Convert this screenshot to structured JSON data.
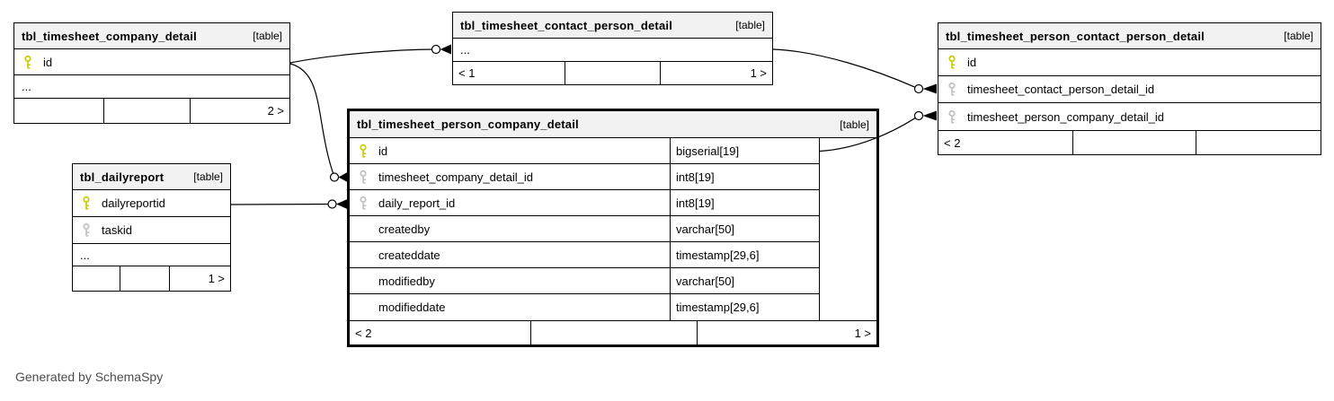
{
  "diagram": {
    "generator_note": "Generated by SchemaSpy"
  },
  "colors": {
    "primary_key_icon": "#c9cf00",
    "foreign_key_icon": "#c2c2c2",
    "header_background": "#f2f2f2",
    "border": "#000000"
  },
  "tables": [
    {
      "name": "tbl_timesheet_company_detail",
      "badge": "[table]",
      "columns": [
        {
          "key": "pk",
          "name": "id"
        },
        {
          "key": null,
          "name": "..."
        }
      ],
      "footer": [
        "",
        "",
        "2 >"
      ]
    },
    {
      "name": "tbl_timesheet_contact_person_detail",
      "badge": "[table]",
      "columns": [
        {
          "key": null,
          "name": "..."
        }
      ],
      "footer": [
        "< 1",
        "",
        "1 >"
      ]
    },
    {
      "name": "tbl_timesheet_person_contact_person_detail",
      "badge": "[table]",
      "columns": [
        {
          "key": "pk",
          "name": "id"
        },
        {
          "key": "fk",
          "name": "timesheet_contact_person_detail_id"
        },
        {
          "key": "fk",
          "name": "timesheet_person_company_detail_id"
        }
      ],
      "footer": [
        "< 2",
        "",
        ""
      ]
    },
    {
      "name": "tbl_timesheet_person_company_detail",
      "badge": "[table]",
      "highlighted": true,
      "columns": [
        {
          "key": "pk",
          "name": "id",
          "type": "bigserial[19]"
        },
        {
          "key": "fk",
          "name": "timesheet_company_detail_id",
          "type": "int8[19]"
        },
        {
          "key": "fk",
          "name": "daily_report_id",
          "type": "int8[19]"
        },
        {
          "key": null,
          "name": "createdby",
          "type": "varchar[50]"
        },
        {
          "key": null,
          "name": "createddate",
          "type": "timestamp[29,6]"
        },
        {
          "key": null,
          "name": "modifiedby",
          "type": "varchar[50]"
        },
        {
          "key": null,
          "name": "modifieddate",
          "type": "timestamp[29,6]"
        }
      ],
      "footer": [
        "< 2",
        "",
        "1 >"
      ]
    },
    {
      "name": "tbl_dailyreport",
      "badge": "[table]",
      "columns": [
        {
          "key": "pk",
          "name": "dailyreportid"
        },
        {
          "key": "fk",
          "name": "taskid"
        },
        {
          "key": null,
          "name": "..."
        }
      ],
      "footer": [
        "",
        "",
        "1 >"
      ]
    }
  ],
  "relationships": [
    {
      "from": "tbl_timesheet_company_detail.id",
      "to": "tbl_timesheet_contact_person_detail"
    },
    {
      "from": "tbl_timesheet_company_detail.id",
      "to": "tbl_timesheet_person_company_detail.timesheet_company_detail_id"
    },
    {
      "from": "tbl_dailyreport.dailyreportid",
      "to": "tbl_timesheet_person_company_detail.daily_report_id"
    },
    {
      "from": "tbl_timesheet_contact_person_detail",
      "to": "tbl_timesheet_person_contact_person_detail.timesheet_contact_person_detail_id"
    },
    {
      "from": "tbl_timesheet_person_company_detail.id",
      "to": "tbl_timesheet_person_contact_person_detail.timesheet_person_company_detail_id"
    }
  ]
}
